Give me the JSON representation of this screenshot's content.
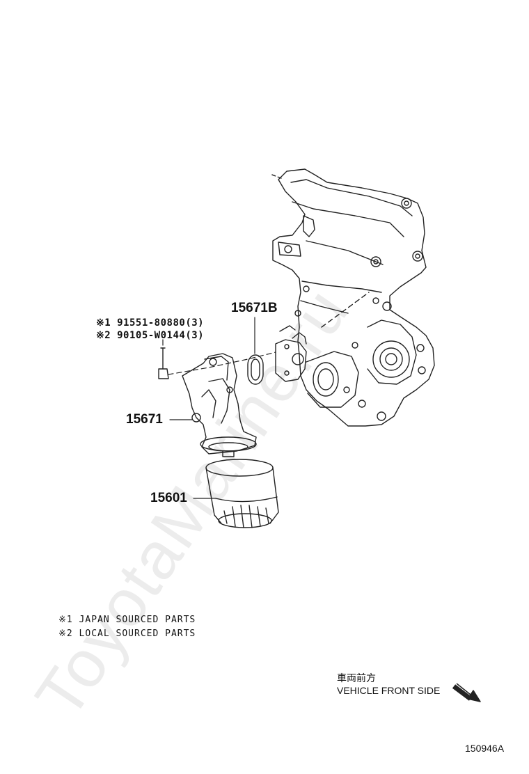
{
  "watermark": "ToyotaMarine.ru",
  "parts": {
    "p15671b": "15671B",
    "p15671": "15671",
    "p15601": "15601"
  },
  "bolt_codes": [
    {
      "mark": "※1",
      "code": "91551-80880(3)"
    },
    {
      "mark": "※2",
      "code": "90105-W0144(3)"
    }
  ],
  "notes": [
    "※1 JAPAN SOURCED PARTS",
    "※2 LOCAL SOURCED PARTS"
  ],
  "direction": {
    "jp": "車両前方",
    "en": "VEHICLE FRONT SIDE"
  },
  "diagram_id": "150946A"
}
